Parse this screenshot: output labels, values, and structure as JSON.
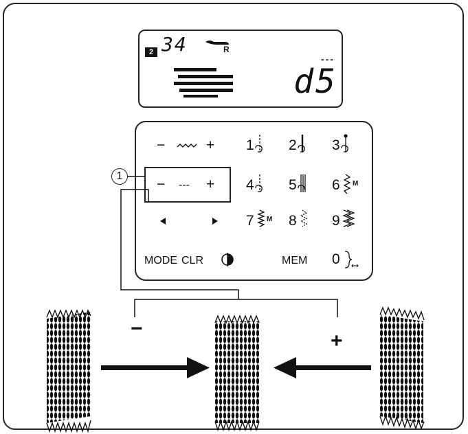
{
  "display": {
    "memory_badge": "2",
    "pattern_number": "34",
    "foot_label": "R",
    "code_top": "---",
    "code": "d5"
  },
  "panel": {
    "width_minus": "−",
    "width_plus": "+",
    "length_minus": "−",
    "length_plus": "+",
    "length_dashes": "---",
    "keys": [
      "1",
      "2",
      "3",
      "4",
      "5",
      "6",
      "7",
      "8",
      "9",
      "0"
    ],
    "mode_label": "MODE",
    "clr_label": "CLR",
    "mem_label": "MEM",
    "callout_number": "1",
    "m_mark": "M"
  },
  "adjust": {
    "minus_label": "−",
    "plus_label": "+"
  }
}
